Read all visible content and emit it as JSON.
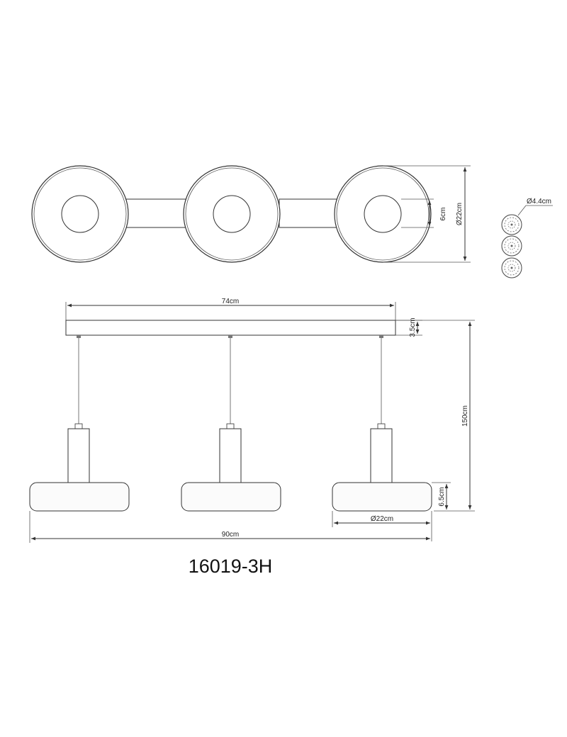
{
  "labels": {
    "bulb_diameter": "Ø4.4cm",
    "canopy_hole": "6cm",
    "shade_diameter_top": "Ø22cm",
    "canopy_length": "74cm",
    "canopy_height": "3.5cm",
    "total_height": "150cm",
    "shade_height": "6.5cm",
    "shade_diameter_side": "Ø22cm",
    "total_width": "90cm"
  },
  "model": "16019-3H"
}
